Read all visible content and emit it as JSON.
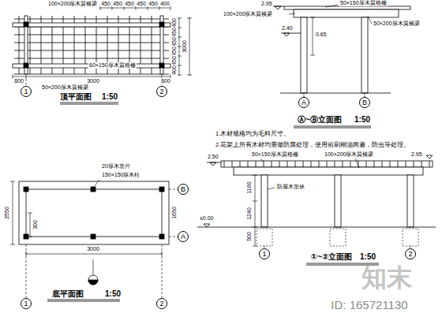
{
  "diagram": {
    "nodes": [
      {
        "text": [
          "1"
        ]
      },
      {
        "text": [
          "2"
        ]
      },
      {
        "text": [
          "A"
        ]
      },
      {
        "text": [
          "B"
        ]
      },
      {
        "text": [
          "B"
        ]
      },
      {
        "text": [
          "A"
        ]
      },
      {
        "text": [
          "1"
        ]
      },
      {
        "text": [
          "2"
        ]
      },
      {
        "text": [
          "1"
        ]
      },
      {
        "text": [
          "2"
        ]
      }
    ],
    "labels": [
      "100×200厚木質横梁",
      "450",
      "450",
      "450",
      "450",
      "450",
      "400",
      "400",
      "450",
      "450",
      "450",
      "450",
      "400",
      "3000",
      "600",
      "3000",
      "600",
      "60×150厚木質格栅",
      "50×200厚木質横梁",
      "顶平面图",
      "1:50",
      "2.95",
      "50×150厚木質格栅",
      "100×200厚木質横梁",
      "50×200厚木質横梁",
      "2.40",
      "0.65",
      "Ⓐ~Ⓑ立面图",
      "1:50",
      "1.木材规格均为毛料尺寸。",
      "2.花架上所有木材均需做防腐处理，使用前刷桐油两遍，防虫等处理。",
      "20厚木垫片",
      "150×150厚木柱",
      "2550",
      "300",
      "1650",
      "3000",
      "底平面图",
      "1:50",
      "2.50",
      "50×150厚木質格栅",
      "100×200厚木質横梁",
      "2.95",
      "防腐木垫块",
      "1160",
      "1240",
      "±0.00",
      "500",
      "①~②立面图",
      "1:50",
      "知末",
      "ID: 165721130"
    ]
  }
}
